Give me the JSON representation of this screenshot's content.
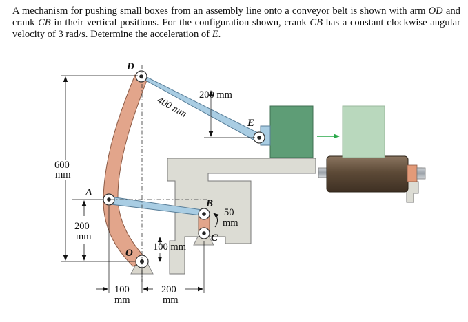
{
  "problem": {
    "text_parts": [
      "A mechanism for pushing small boxes from an assembly line onto a conveyor belt is shown with arm ",
      "OD",
      " and crank ",
      "CB",
      " in their vertical positions. For the configuration shown, crank ",
      "CB",
      " has a constant clockwise angular velocity of 3 rad/s. Determine the acceleration of ",
      "E",
      "."
    ]
  },
  "figure": {
    "labels": {
      "D": "D",
      "A": "A",
      "O": "O",
      "B": "B",
      "C": "C",
      "E": "E"
    },
    "dims": {
      "len_400": "400 mm",
      "len_200_top": "200 mm",
      "h600_num": "600",
      "h600_unit": "mm",
      "h200_num": "200",
      "h200_unit": "mm",
      "cb50_num": "50",
      "cb50_unit": "mm",
      "len_100_mid": "100 mm",
      "b100_num": "100",
      "b100_unit": "mm",
      "b200_num": "200",
      "b200_unit": "mm"
    },
    "colors": {
      "arm": "#e2a58b",
      "link": "#a9cde3",
      "box_dark": "#5e9d76",
      "box_light": "#b9d8bd",
      "frame": "#dcdcd4",
      "roller": "#5d4a37",
      "arrow": "#2aa84a"
    }
  }
}
